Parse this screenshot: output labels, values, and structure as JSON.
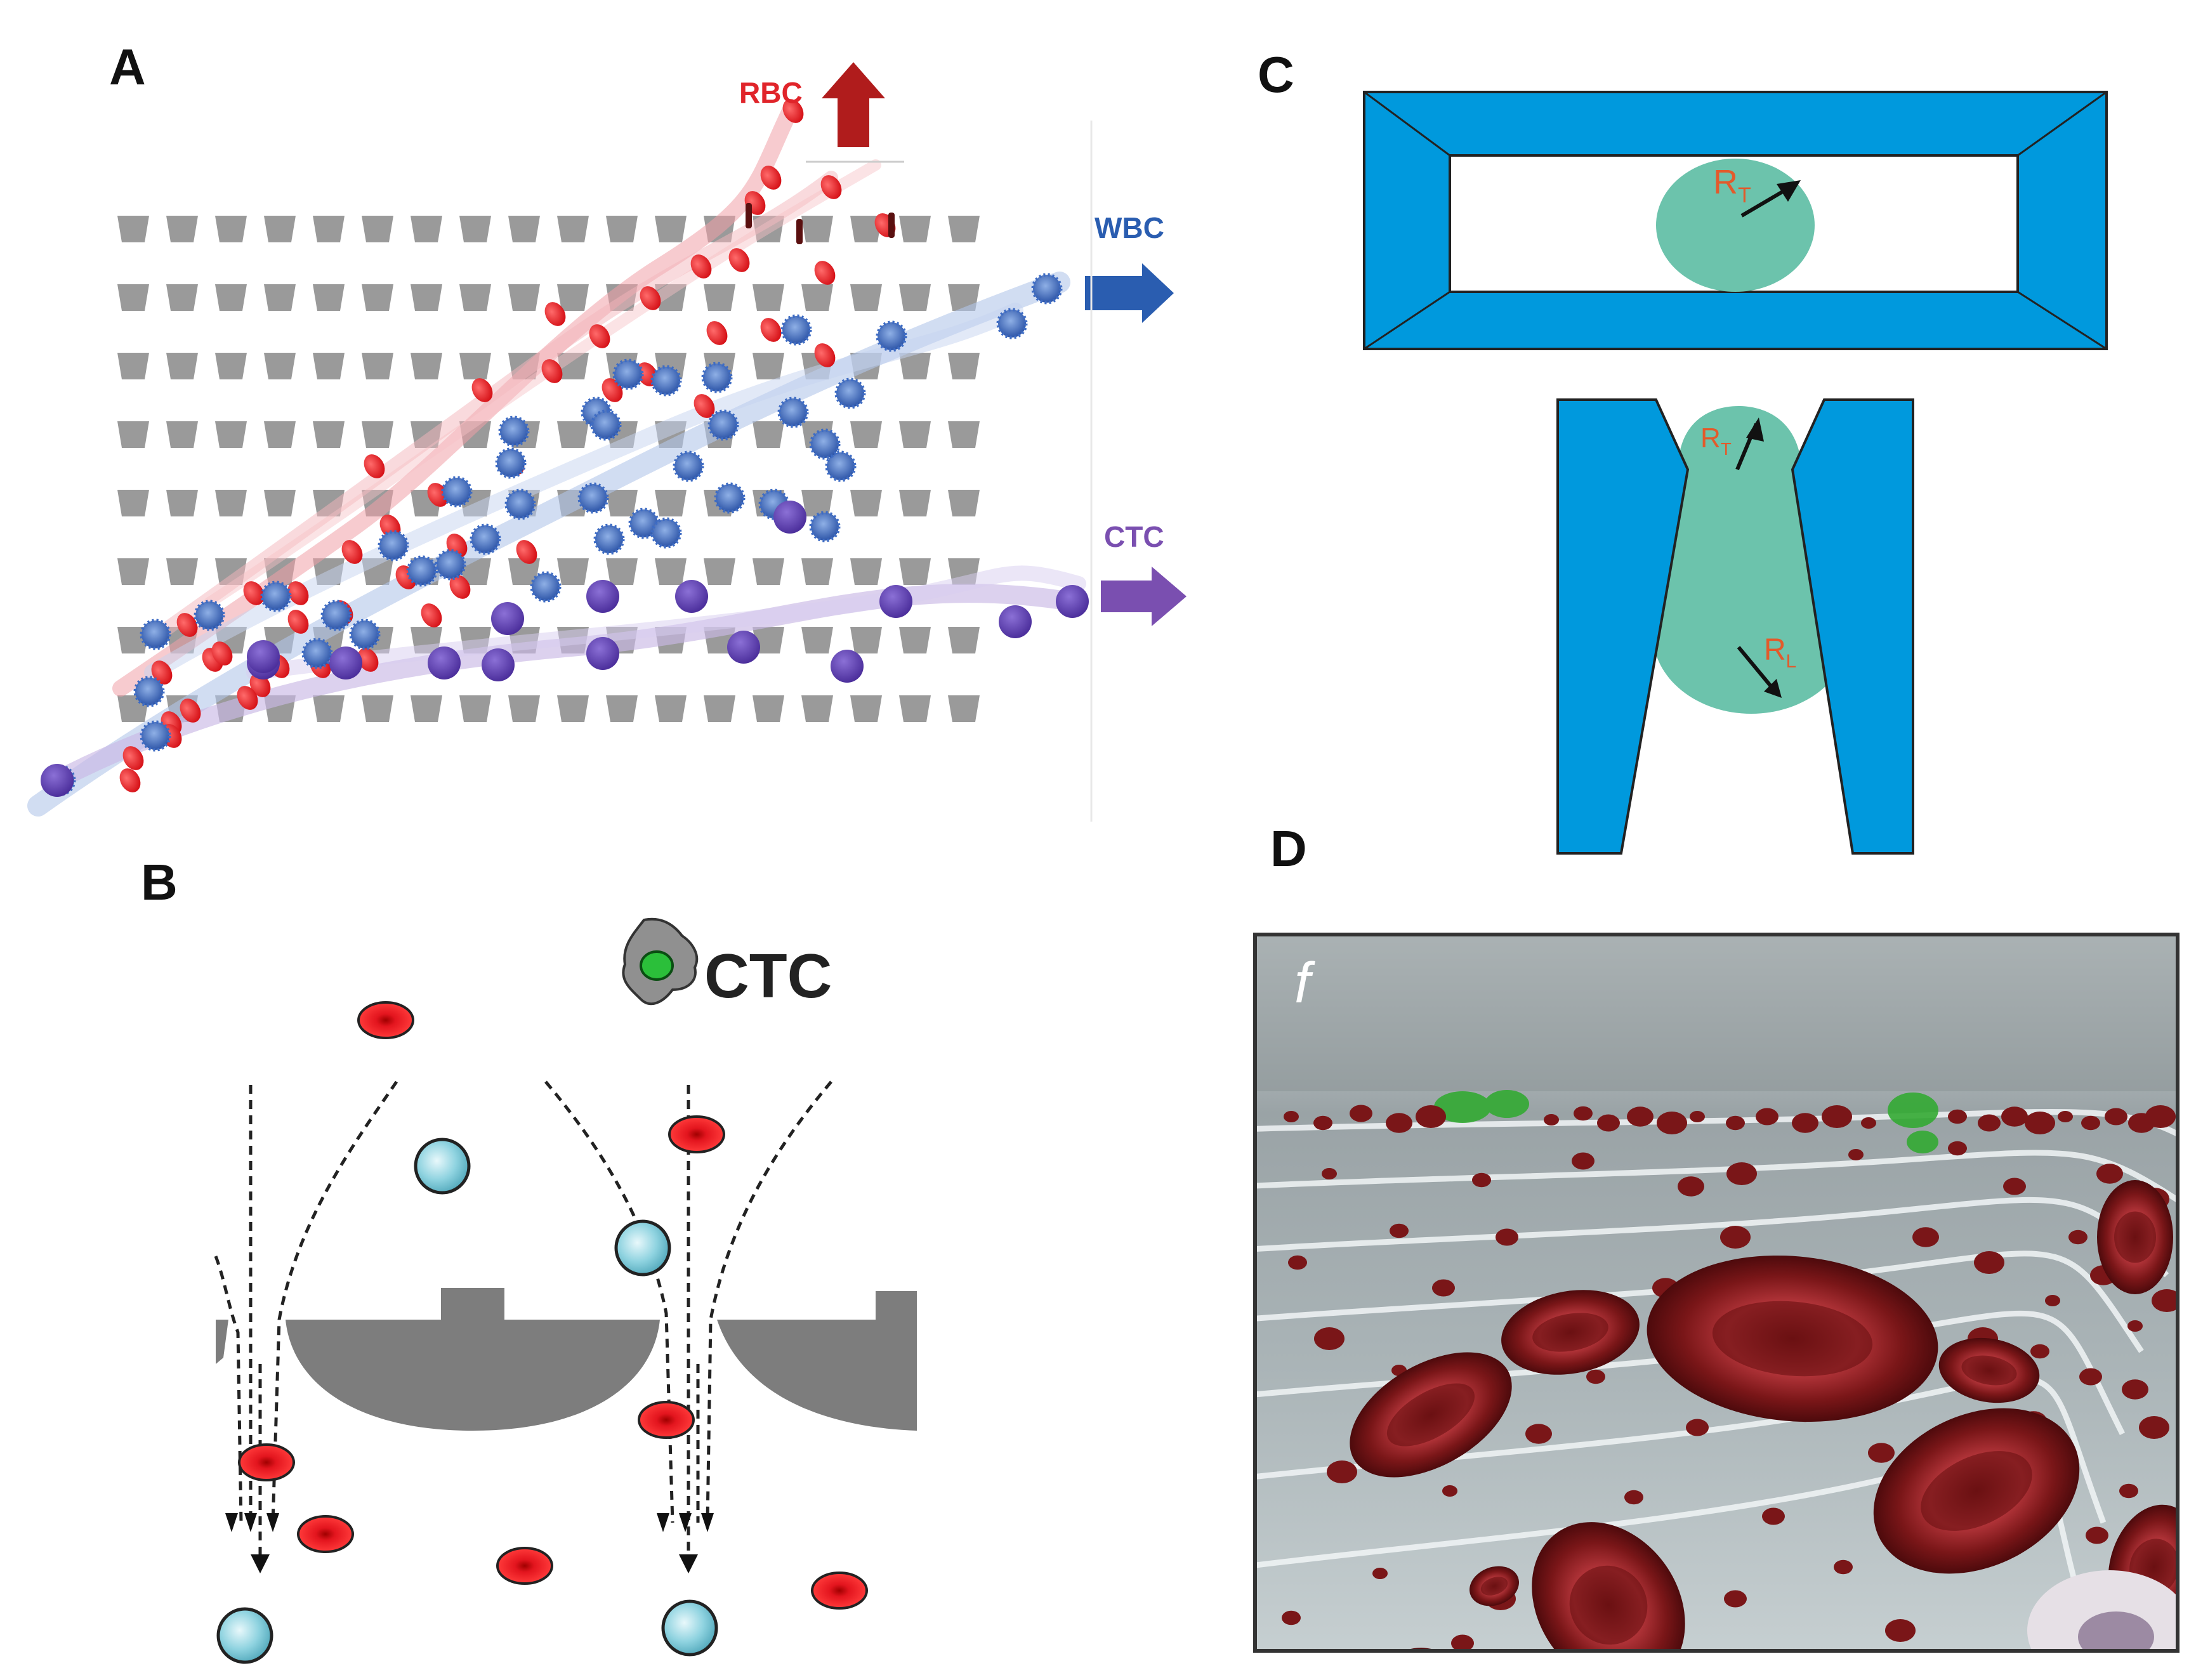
{
  "panels": {
    "a": {
      "letter": "A",
      "labels": {
        "rbc": "RBC",
        "wbc": "WBC",
        "ctc": "CTC"
      },
      "colors": {
        "rbc": "#e0242a",
        "wbc": "#2a5db0",
        "ctc": "#7a4fb0",
        "post": "#9a9a9a"
      }
    },
    "b": {
      "letter": "B",
      "ctc_label": "CTC",
      "colors": {
        "rbc": "#e3151e",
        "wbc": "#8fd3e0",
        "post": "#808080"
      }
    },
    "c": {
      "letter": "C",
      "labels": {
        "rt": "R",
        "rt_sub": "T",
        "rl": "R",
        "rl_sub": "L"
      },
      "colors": {
        "wall": "#0099dd",
        "cell": "#6cc3ac",
        "label": "#e25a2b"
      }
    },
    "d": {
      "letter": "D",
      "image_label": "f",
      "colors": {
        "rbc": "#7a1618",
        "bg": "#b9c3c6",
        "wbc_green": "#33aa33"
      }
    }
  }
}
